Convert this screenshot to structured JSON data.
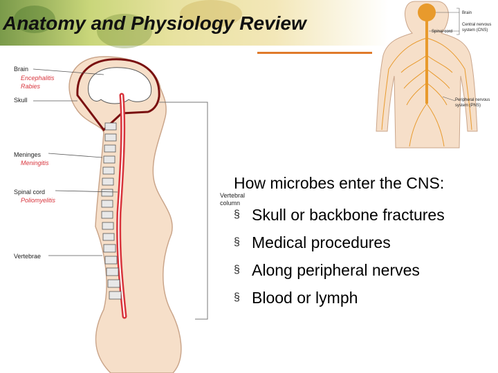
{
  "slide": {
    "title": "Anatomy and Physiology Review",
    "lead": "How microbes enter the CNS:",
    "bullets": [
      "Skull or backbone fractures",
      "Medical procedures",
      "Along peripheral nerves",
      "Blood or lymph"
    ],
    "bullet_glyph": "§"
  },
  "figure_left": {
    "labels": {
      "brain": "Brain",
      "encephalitis": "Encephalitis",
      "rabies": "Rabies",
      "skull": "Skull",
      "meninges": "Meninges",
      "meningitis": "Meningitis",
      "spinal_cord": "Spinal cord",
      "poliomyelitis": "Poliomyelitis",
      "vertebrae": "Vertebrae",
      "vertebral": "Vertebral",
      "column": "column"
    }
  },
  "figure_right": {
    "labels": {
      "brain": "Brain",
      "spinal_cord": "Spinal cord",
      "cns_line1": "Central nervous",
      "cns_line2": "system (CNS)",
      "pns_line1": "Peripheral nervous",
      "pns_line2": "system (PNS)"
    }
  },
  "colors": {
    "accent_orange": "#e07a2a",
    "disease_red": "#d8343c",
    "skin": "#f6dfc9",
    "nerve": "#e89a2c"
  }
}
